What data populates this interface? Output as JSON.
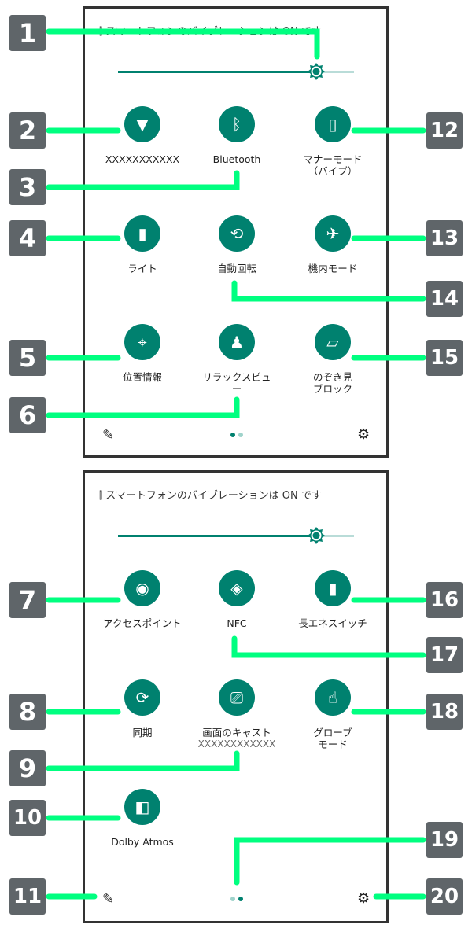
{
  "status_text": "スマートフォンのバイブレーションは ON です",
  "brightness_fraction": 0.84,
  "page1": {
    "tiles": [
      {
        "label": "XXXXXXXXXXX",
        "icon": "wifi-icon",
        "glyph": "▼"
      },
      {
        "label": "Bluetooth",
        "icon": "bluetooth-icon",
        "glyph": "ᛒ"
      },
      {
        "label": "マナーモード",
        "label2": "（バイブ）",
        "icon": "vibrate-icon",
        "glyph": "▯"
      },
      {
        "label": "ライト",
        "icon": "flashlight-icon",
        "glyph": "▮"
      },
      {
        "label": "自動回転",
        "icon": "auto-rotate-icon",
        "glyph": "⟲"
      },
      {
        "label": "機内モード",
        "icon": "airplane-icon",
        "glyph": "✈"
      },
      {
        "label": "位置情報",
        "icon": "location-icon",
        "glyph": "⌖"
      },
      {
        "label": "リラックスビュ",
        "label2": "ー",
        "icon": "lamp-icon",
        "glyph": "♟"
      },
      {
        "label": "のぞき見",
        "label2": "ブロック",
        "icon": "privacy-icon",
        "glyph": "▱"
      }
    ]
  },
  "page2": {
    "tiles": [
      {
        "label": "アクセスポイント",
        "icon": "hotspot-icon",
        "glyph": "◉"
      },
      {
        "label": "NFC",
        "icon": "nfc-icon",
        "glyph": "◈"
      },
      {
        "label": "長エネスイッチ",
        "icon": "battery-icon",
        "glyph": "▮"
      },
      {
        "label": "同期",
        "icon": "sync-icon",
        "glyph": "⟳"
      },
      {
        "label": "画面のキャスト",
        "sub": "XXXXXXXXXXXX",
        "icon": "cast-icon",
        "glyph": "⎚"
      },
      {
        "label": "グローブ",
        "label2": "モード",
        "icon": "glove-icon",
        "glyph": "☝"
      },
      {
        "label": "Dolby Atmos",
        "icon": "dolby-icon",
        "glyph": "◧"
      }
    ]
  },
  "badges": [
    "1",
    "2",
    "3",
    "4",
    "5",
    "6",
    "7",
    "8",
    "9",
    "10",
    "11",
    "12",
    "13",
    "14",
    "15",
    "16",
    "17",
    "18",
    "19",
    "20"
  ],
  "colors": {
    "accent": "#00816f",
    "callout": "#00ff80",
    "badge": "#5f6569"
  }
}
